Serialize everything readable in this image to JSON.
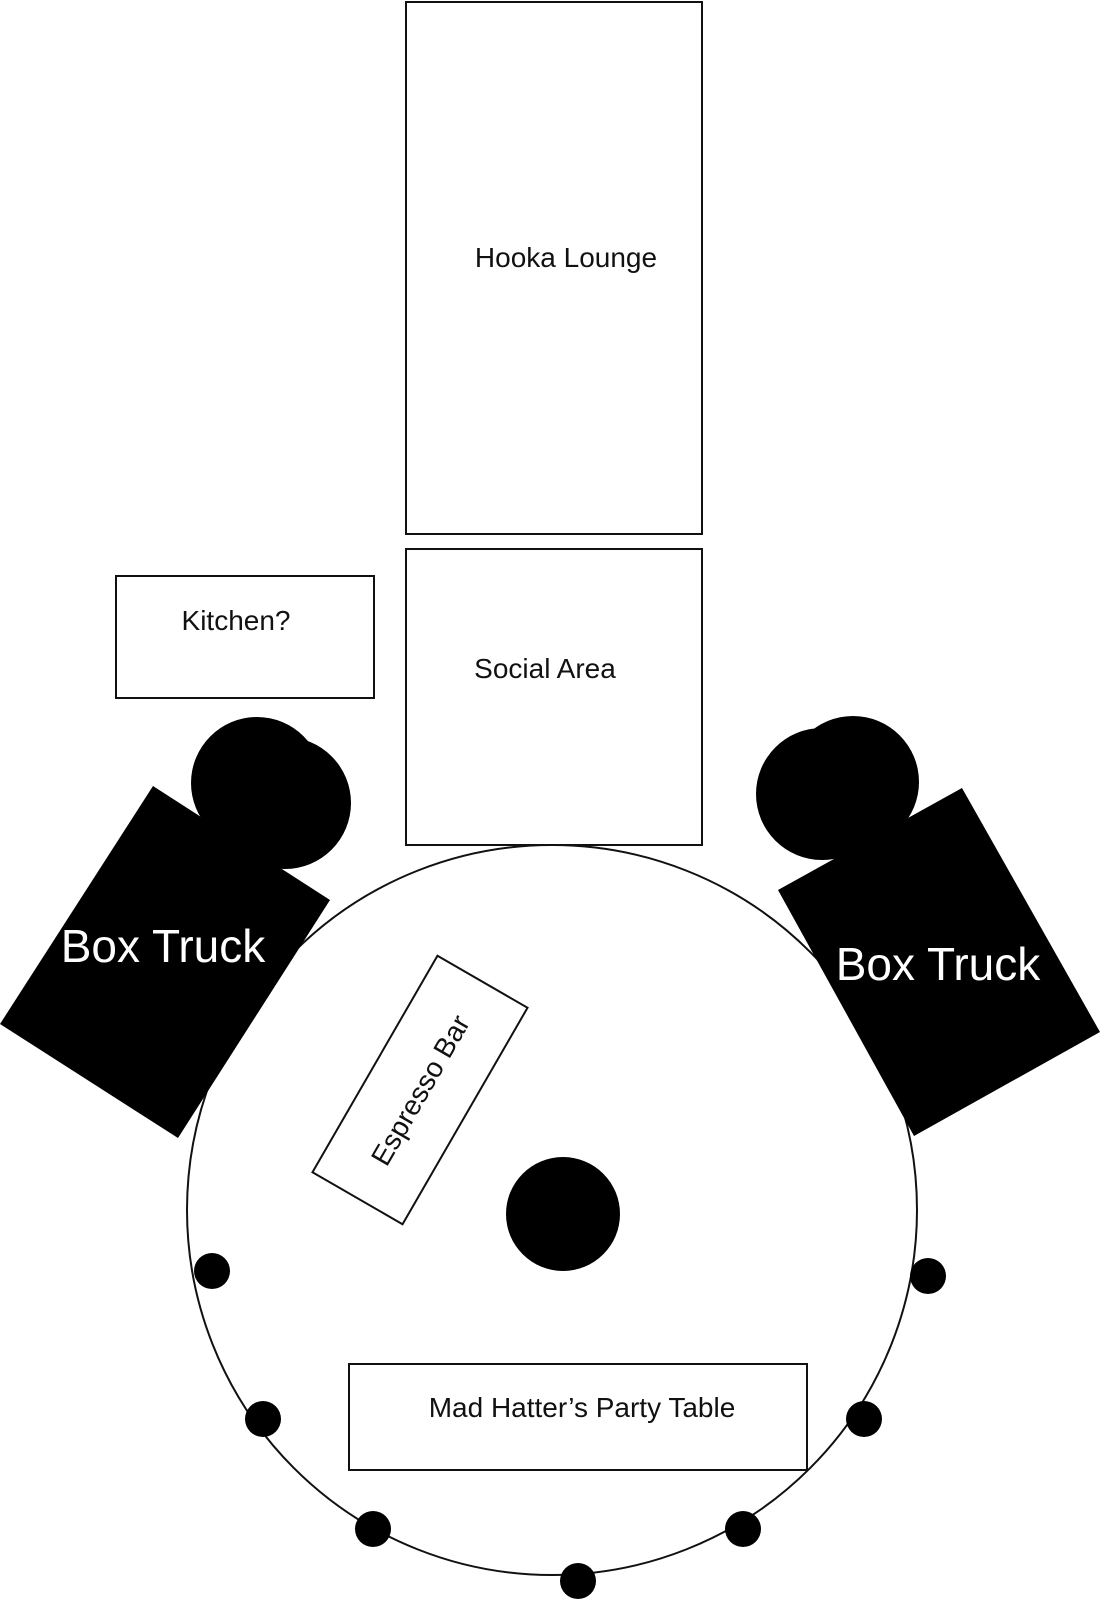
{
  "colors": {
    "background": "#ffffff",
    "stroke": "#111111",
    "fill_dark": "#000000",
    "text_on_dark": "#ffffff"
  },
  "labels": {
    "hooka_lounge": "Hooka Lounge",
    "social_area": "Social Area",
    "kitchen": "Kitchen?",
    "box_truck_left": "Box Truck",
    "box_truck_right": "Box Truck",
    "espresso_bar": "Espresso Bar",
    "party_table": "Mad Hatter’s Party Table"
  }
}
